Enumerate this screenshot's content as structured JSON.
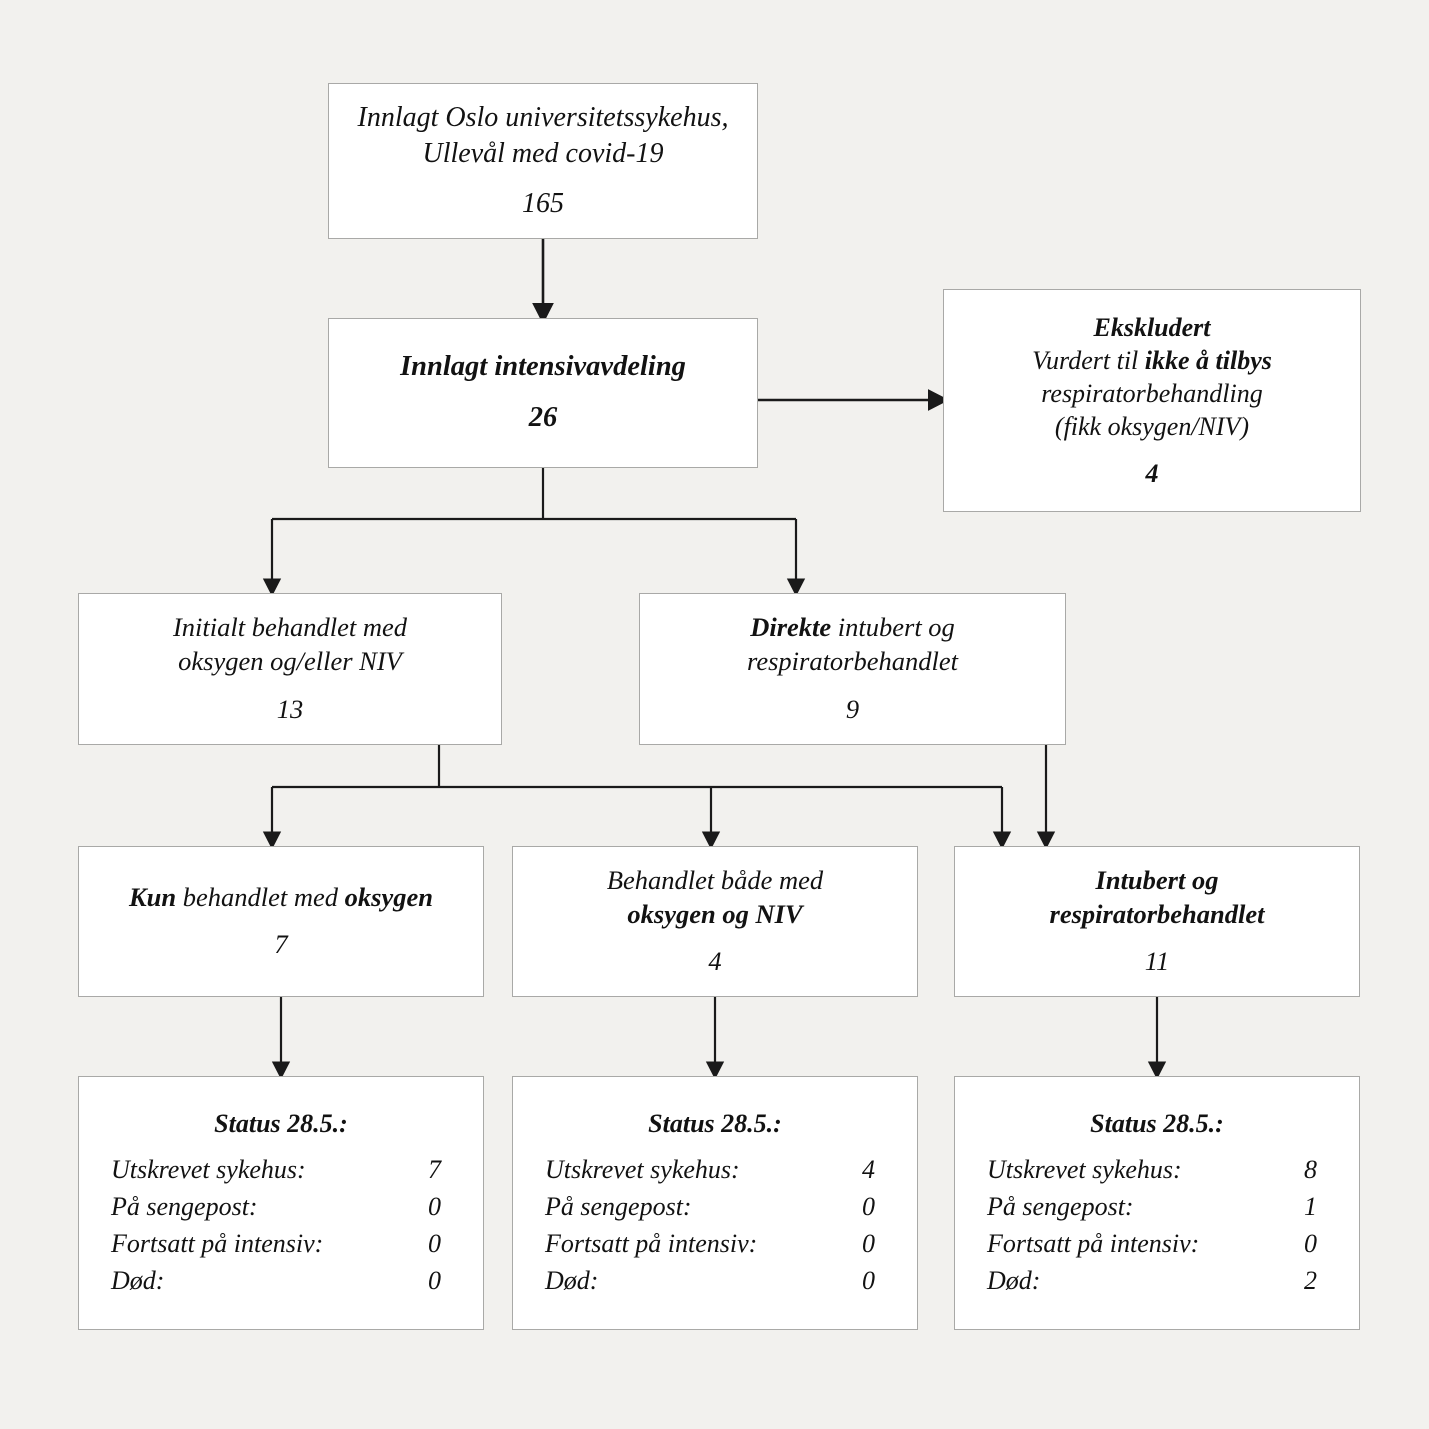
{
  "diagram": {
    "title_boxes": {
      "admitted": {
        "line1": "Innlagt Oslo universitetssykehus,",
        "line2": "Ullevål med covid-19",
        "count": "165"
      },
      "icu": {
        "line1": "Innlagt intensivavdeling",
        "count": "26"
      },
      "excluded": {
        "heading": "Ekskludert",
        "line1_plain": "Vurdert til ",
        "line1_bold": "ikke å tilbys",
        "line2": "respiratorbehandling",
        "line3": "(fikk oksygen/NIV)",
        "count": "4"
      },
      "initial_treatment": {
        "line1": "Initialt behandlet med",
        "line2": "oksygen og/eller NIV",
        "count": "13"
      },
      "direct_intubation": {
        "line1_bold": "Direkte",
        "line1_plain": " intubert og",
        "line2": "respiratorbehandlet",
        "count": "9"
      },
      "oxygen_only": {
        "line1_bold_a": "Kun",
        "line1_plain": " behandlet med ",
        "line1_bold_b": "oksygen",
        "count": "7"
      },
      "oxygen_and_niv": {
        "line1": "Behandlet både med",
        "line2_bold": "oksygen og NIV",
        "count": "4"
      },
      "intubated": {
        "line1_bold": "Intubert og",
        "line2_bold": "respiratorbehandlet",
        "count": "11"
      }
    },
    "status_boxes": [
      {
        "title": "Status 28.5.:",
        "rows": [
          {
            "label": "Utskrevet sykehus:",
            "value": "7"
          },
          {
            "label": "På sengepost:",
            "value": "0"
          },
          {
            "label": "Fortsatt på intensiv:",
            "value": "0"
          },
          {
            "label": "Død:",
            "value": "0"
          }
        ]
      },
      {
        "title": "Status 28.5.:",
        "rows": [
          {
            "label": "Utskrevet sykehus:",
            "value": "4"
          },
          {
            "label": "På sengepost:",
            "value": "0"
          },
          {
            "label": "Fortsatt på intensiv:",
            "value": "0"
          },
          {
            "label": "Død:",
            "value": "0"
          }
        ]
      },
      {
        "title": "Status 28.5.:",
        "rows": [
          {
            "label": "Utskrevet sykehus:",
            "value": "8"
          },
          {
            "label": "På sengepost:",
            "value": "1"
          },
          {
            "label": "Fortsatt på intensiv:",
            "value": "0"
          },
          {
            "label": "Død:",
            "value": "2"
          }
        ]
      }
    ],
    "colors": {
      "background": "#f2f1ee",
      "box_fill": "#ffffff",
      "box_border": "#a9a9a7",
      "connector": "#1a1a1a",
      "text": "#121212"
    }
  }
}
